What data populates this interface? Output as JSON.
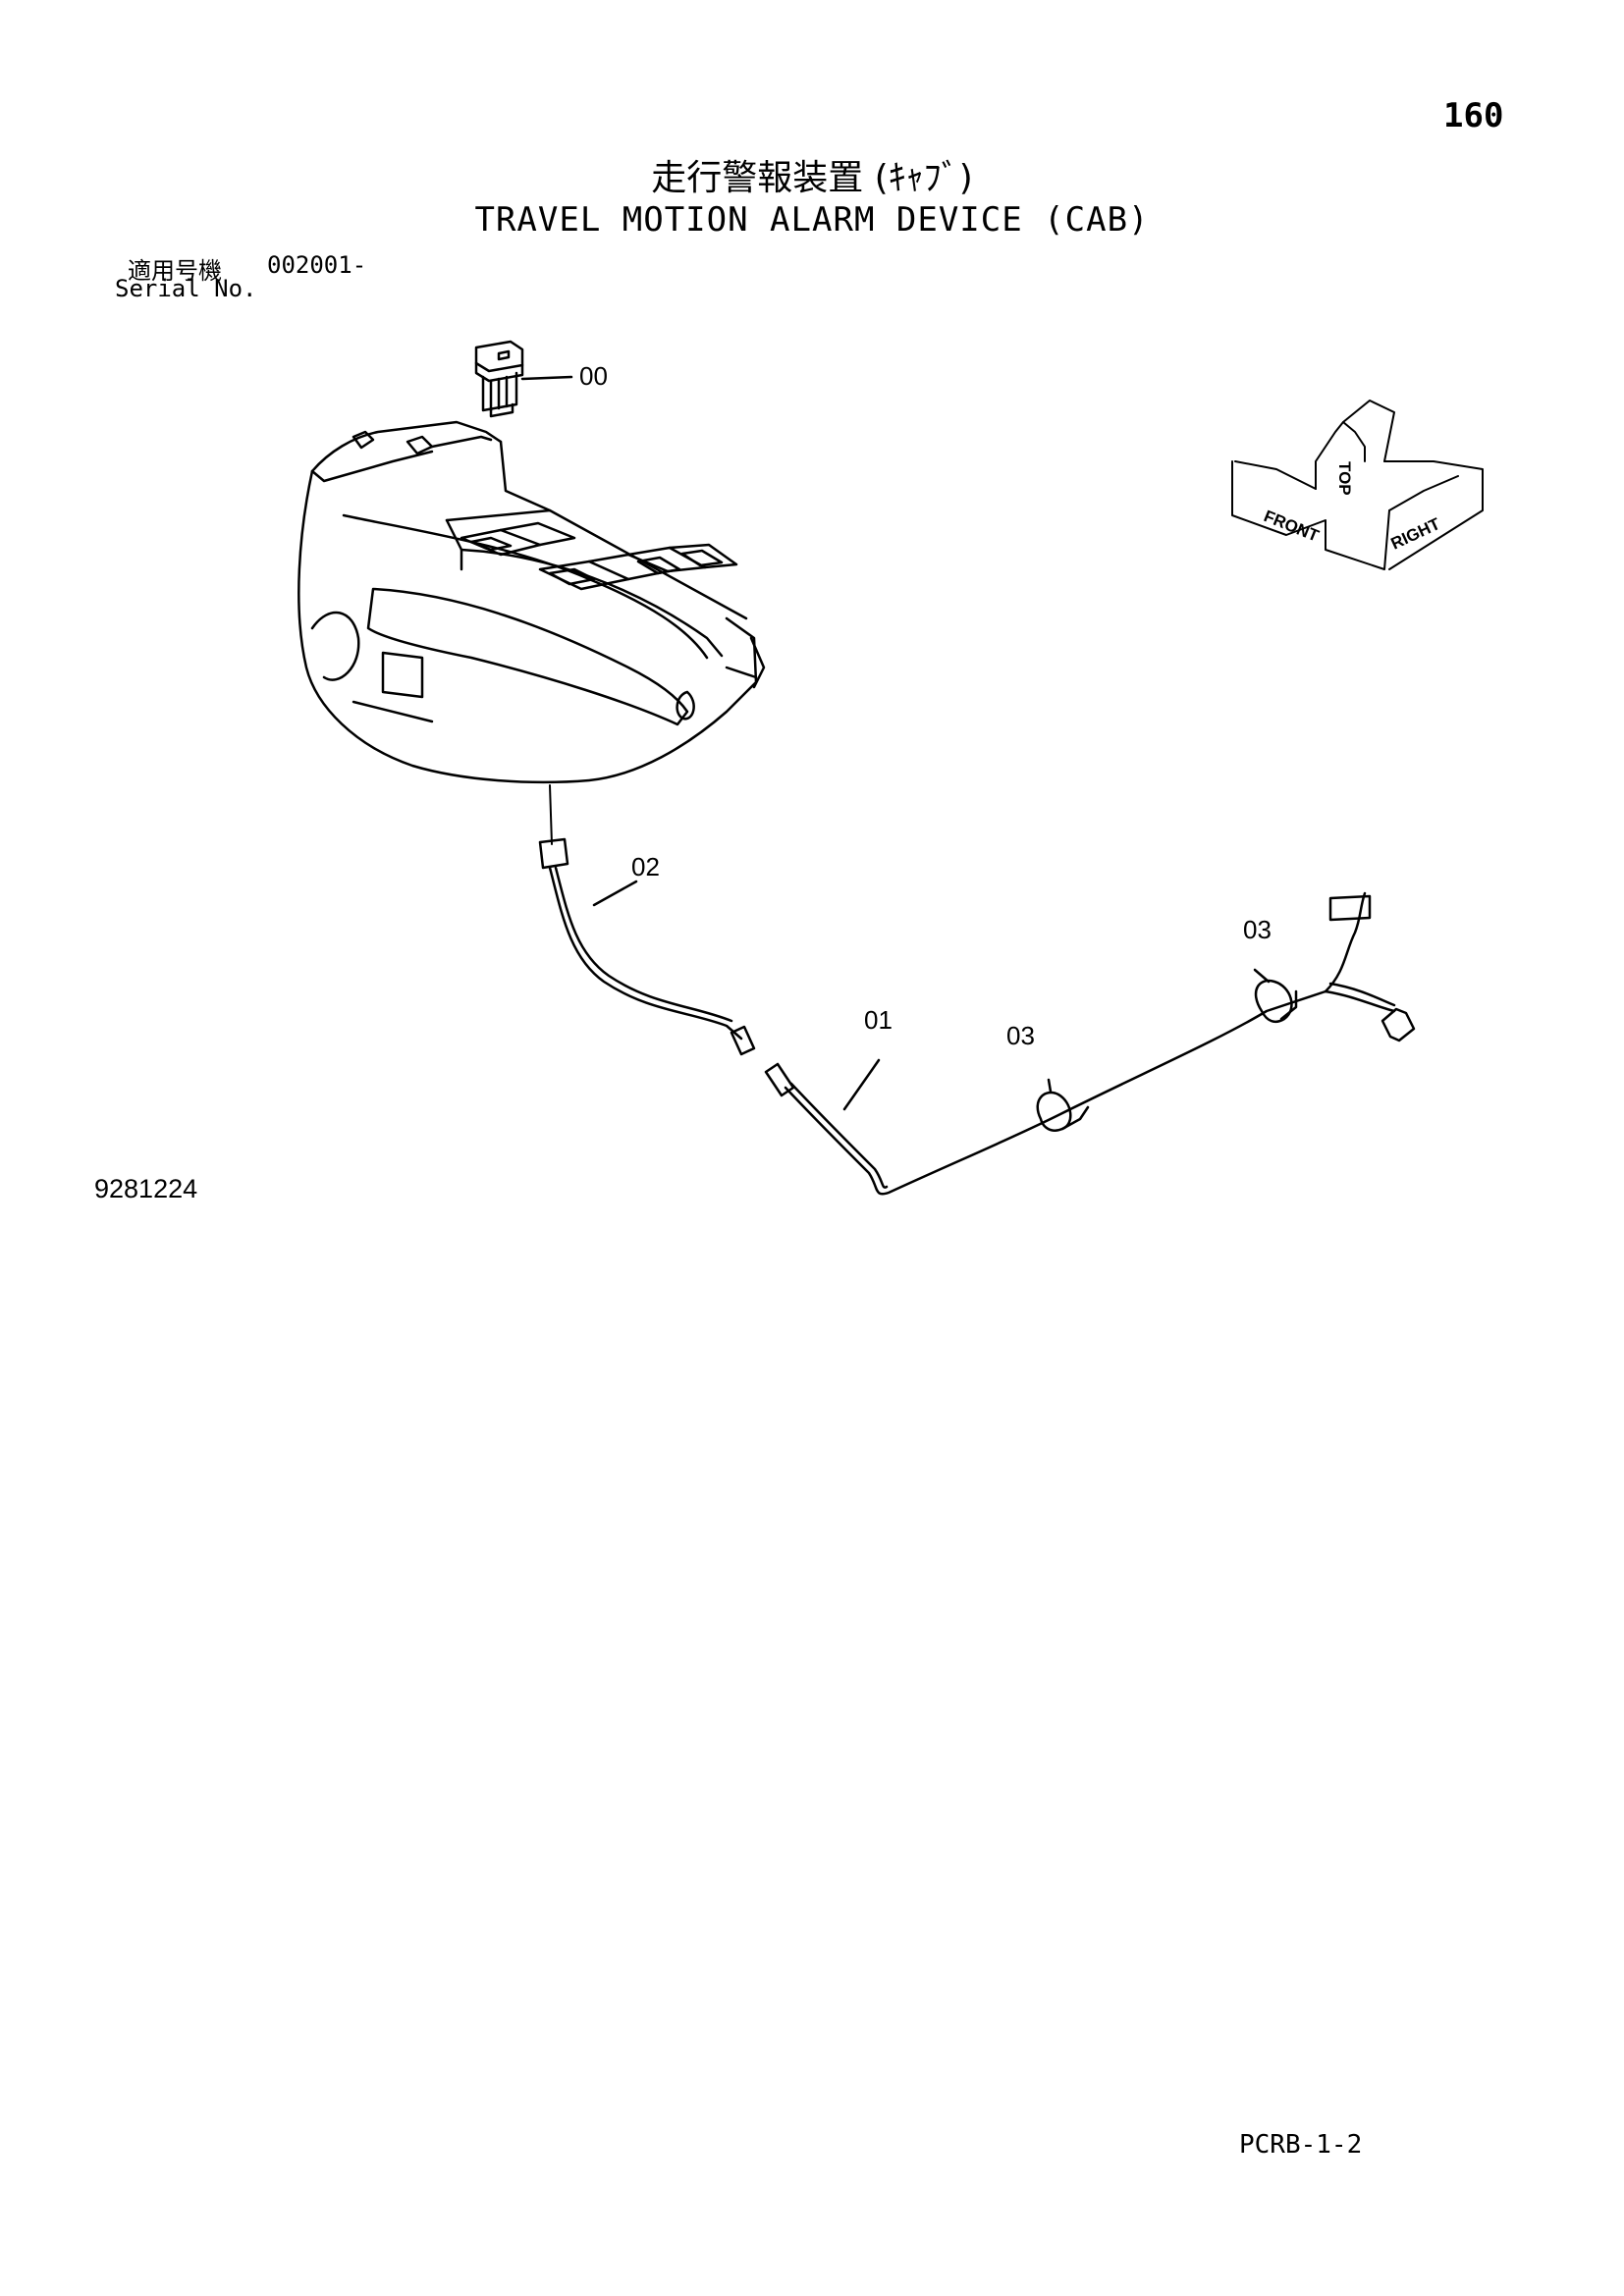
{
  "page_number": "160",
  "title_ja": "走行警報装置 (ｷｬﾌﾞ)",
  "title_en": "TRAVEL MOTION ALARM DEVICE (CAB)",
  "serial": {
    "label_ja": "適用号機",
    "label_en": "Serial No.",
    "value": "002001-"
  },
  "drawing_number": "9281224",
  "catalog_code": "PCRB-1-2",
  "callouts": {
    "switch": "00",
    "harness_main": "01",
    "harness_sub": "02",
    "clamp_a": "03",
    "clamp_b": "03"
  },
  "orientation": {
    "top": "TOP",
    "front": "FRONT",
    "right": "RIGHT"
  }
}
